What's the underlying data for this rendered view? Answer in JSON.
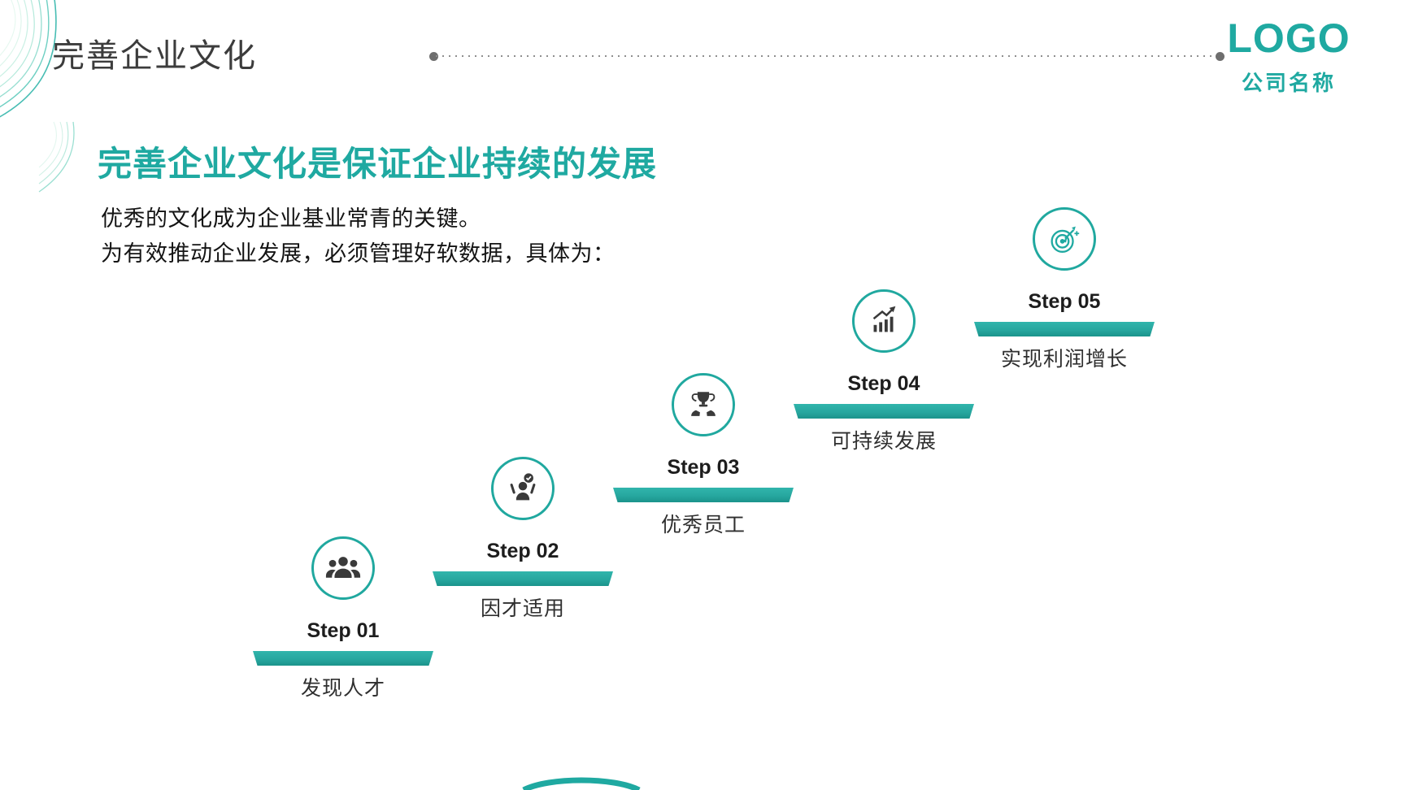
{
  "slide": {
    "title": "完善企业文化",
    "logo": "LOGO",
    "company": "公司名称",
    "heading": "完善企业文化是保证企业持续的发展",
    "body_line1": "优秀的文化成为企业基业常青的关键。",
    "body_line2": "为有效推动企业发展，必须管理好软数据，具体为：",
    "accent_color": "#1fa9a1",
    "icon_color": "#3a3a3a"
  },
  "steps": [
    {
      "label": "Step 01",
      "caption": "发现人才",
      "icon": "people-group-icon"
    },
    {
      "label": "Step 02",
      "caption": "因才适用",
      "icon": "person-check-icon"
    },
    {
      "label": "Step 03",
      "caption": "优秀员工",
      "icon": "trophy-hands-icon"
    },
    {
      "label": "Step 04",
      "caption": "可持续发展",
      "icon": "growth-chart-icon"
    },
    {
      "label": "Step 05",
      "caption": "实现利润增长",
      "icon": "target-dart-icon"
    }
  ]
}
